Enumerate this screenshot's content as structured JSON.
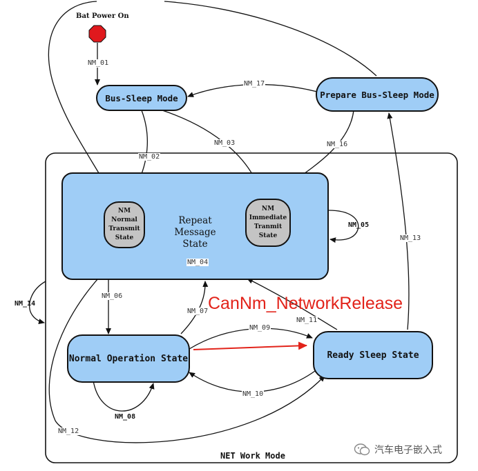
{
  "diagram": {
    "start": "Bat Power On",
    "states": {
      "bus_sleep": "Bus-Sleep Mode",
      "prepare_bus_sleep": "Prepare Bus-Sleep Mode",
      "repeat_message": "Repeat Message State",
      "normal_operation": "Normal Operation State",
      "ready_sleep": "Ready Sleep State",
      "network_mode": "NET Work Mode"
    },
    "substates": {
      "normal_transmit": [
        "NM",
        "Normal",
        "Transmit",
        "State"
      ],
      "immediate_transmit": [
        "NM",
        "Immediate",
        "Tranmit",
        "State"
      ]
    },
    "transitions": {
      "nm_01": "NM_01",
      "nm_02": "NM_02",
      "nm_03": "NM_03",
      "nm_04": "NM_04",
      "nm_05": "NM_05",
      "nm_06": "NM_06",
      "nm_07": "NM_07",
      "nm_08": "NM_08",
      "nm_09": "NM_09",
      "nm_10": "NM_10",
      "nm_11": "NM_11",
      "nm_12": "NM_12",
      "nm_13": "NM_13",
      "nm_14": "NM_14",
      "nm_16": "NM_16",
      "nm_17": "NM_17"
    },
    "annotation": "CanNm_NetworkRelease",
    "annotation_color": "#e2231a",
    "state_fill": "#9fcdf6",
    "substate_fill": "#c4c4c4",
    "start_color": "#e0191d"
  },
  "watermark": {
    "text": "汽车电子嵌入式"
  }
}
